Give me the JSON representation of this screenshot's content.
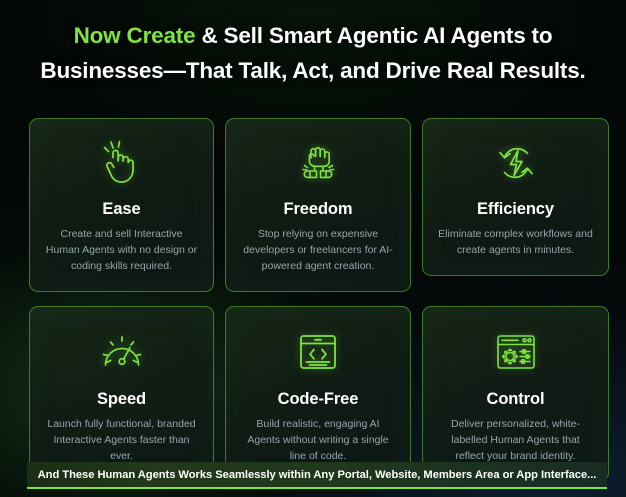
{
  "headline": {
    "accent_text": "Now Create",
    "rest_line1": " & Sell Smart Agentic AI Agents to",
    "line2": "Businesses—That Talk, Act, and Drive Real Results."
  },
  "accent_color": "#7ee53f",
  "card_border_color": "#3f7a22",
  "body_text_color": "#97a6ad",
  "cards": [
    {
      "icon": "pointing-hand-click-icon",
      "title": "Ease",
      "description": "Create and sell Interactive Human Agents with no design or coding skills required."
    },
    {
      "icon": "raised-fist-breaking-chains-icon",
      "title": "Freedom",
      "description": "Stop relying on expensive developers or freelancers for AI-powered agent creation."
    },
    {
      "icon": "refresh-cycle-lightning-bolt-icon",
      "title": "Efficiency",
      "description": "Eliminate complex workflows and create agents in minutes."
    },
    {
      "icon": "speedometer-gauge-icon",
      "title": "Speed",
      "description": "Launch fully functional, branded Interactive Agents faster than ever."
    },
    {
      "icon": "browser-window-code-brackets-icon",
      "title": "Code-Free",
      "description": "Build realistic, engaging AI Agents without writing a single line of code."
    },
    {
      "icon": "browser-window-gear-sliders-icon",
      "title": "Control",
      "description": "Deliver personalized, white-labelled Human Agents that reflect your brand identity."
    }
  ],
  "banner": {
    "text": "And These Human Agents Works Seamlessly within Any Portal, Website, Members Area or App Interface..."
  }
}
